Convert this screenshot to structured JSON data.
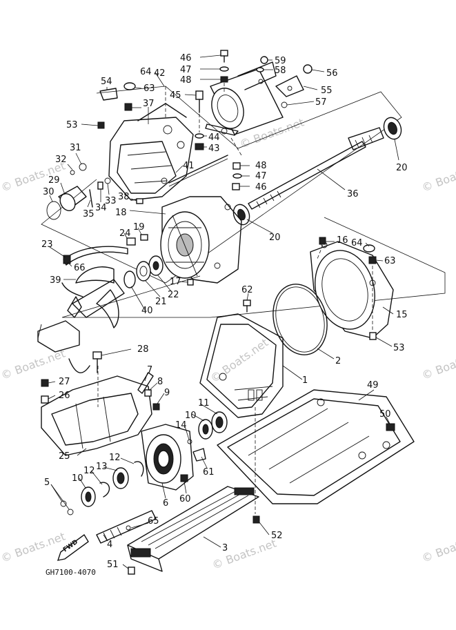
{
  "diagram": {
    "code": "GH7100-4070",
    "fwd_label": "FWD",
    "watermark": "© Boats.net",
    "callouts": [
      "1",
      "2",
      "3",
      "4",
      "5",
      "6",
      "7",
      "8",
      "9",
      "10",
      "10",
      "11",
      "12",
      "12",
      "13",
      "14",
      "15",
      "16",
      "17",
      "18",
      "19",
      "20",
      "20",
      "21",
      "22",
      "23",
      "24",
      "25",
      "26",
      "27",
      "28",
      "29",
      "30",
      "31",
      "32",
      "33",
      "34",
      "35",
      "36",
      "37",
      "38",
      "39",
      "40",
      "41",
      "42",
      "43",
      "44",
      "45",
      "46",
      "46",
      "47",
      "47",
      "48",
      "48",
      "49",
      "50",
      "51",
      "52",
      "53",
      "53",
      "54",
      "55",
      "56",
      "57",
      "58",
      "59",
      "60",
      "61",
      "62",
      "63",
      "63",
      "64",
      "64",
      "65",
      "66"
    ]
  }
}
